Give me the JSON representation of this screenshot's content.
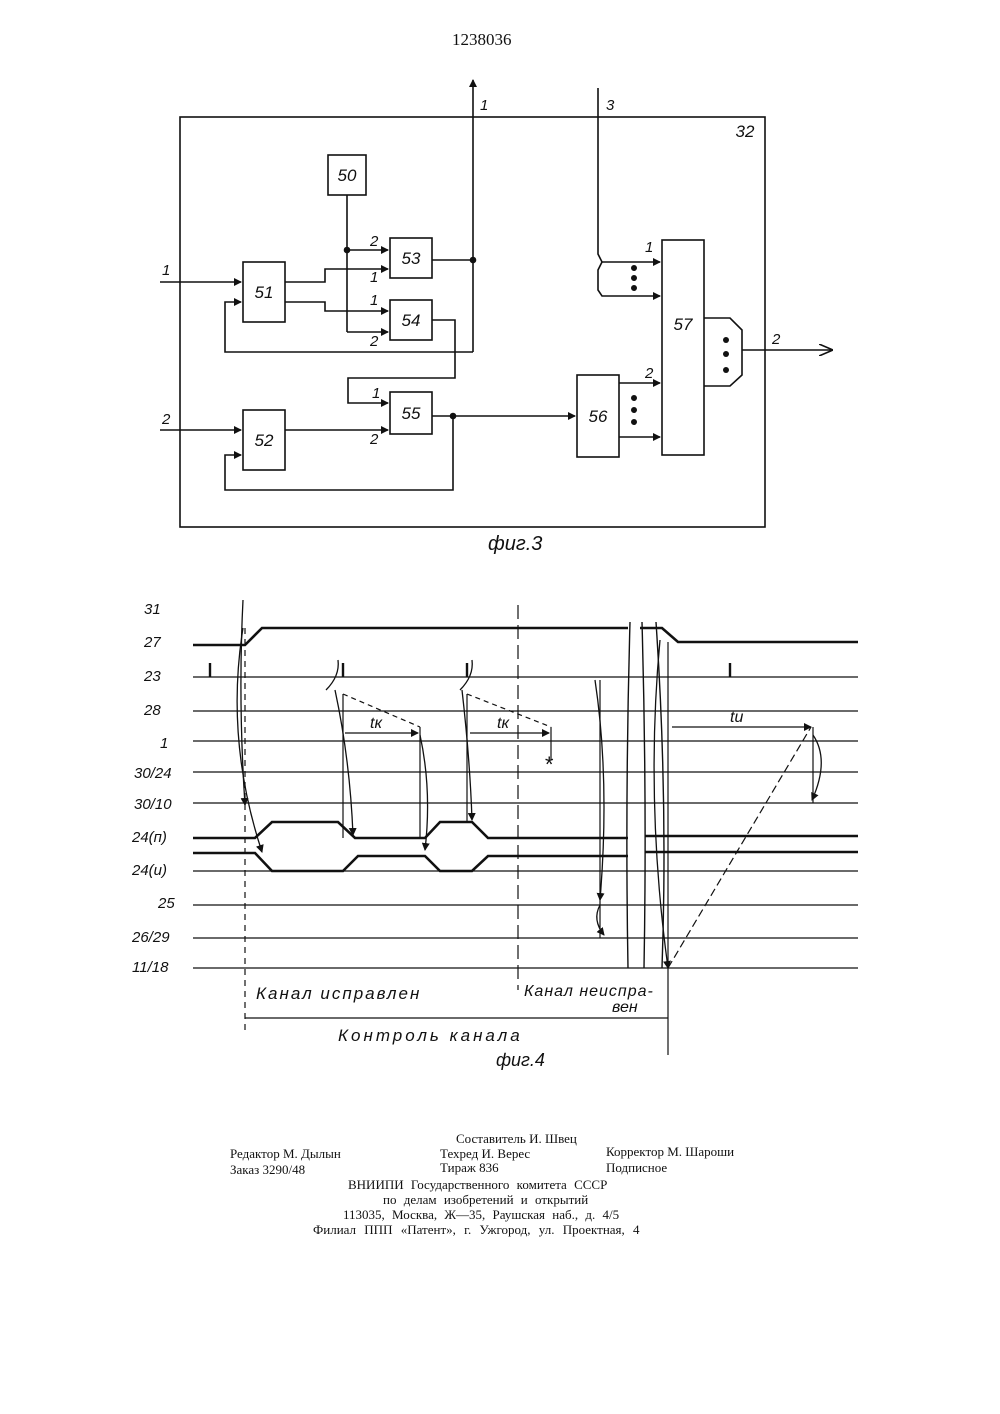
{
  "header": {
    "doc_number": "1238036"
  },
  "fig3": {
    "caption": "фиг.3",
    "frame_label": "32",
    "blocks": {
      "b50": "50",
      "b51": "51",
      "b52": "52",
      "b53": "53",
      "b54": "54",
      "b55": "55",
      "b56": "56",
      "b57": "57"
    },
    "inputs": {
      "in1": "1",
      "in2": "2",
      "in3": "3"
    },
    "outputs": {
      "out1": "1",
      "out2": "2"
    },
    "pins": {
      "p53_2": "2",
      "p53_1": "1",
      "p54_1": "1",
      "p54_2": "2",
      "p55_1": "1",
      "p55_2": "2",
      "p57_1": "1",
      "p56_2": "2"
    }
  },
  "fig4": {
    "caption": "фиг.4",
    "signals": [
      "31",
      "27",
      "23",
      "28",
      "1",
      "30/24",
      "30/10",
      "24(п)",
      "24(и)",
      "25",
      "26/29",
      "11/18"
    ],
    "tk1": "tк",
    "tk2": "tк",
    "tu": "tи",
    "star": "*",
    "label_ok": "Канал исправлен",
    "label_bad_1": "Канал неиспра-",
    "label_bad_2": "вен",
    "label_control": "Контроль канала"
  },
  "footer": {
    "compiler": "Составитель И. Швец",
    "editor": "Редактор М. Дылын",
    "techred": "Техред И. Верес",
    "corrector": "Корректор М. Шароши",
    "order": "Заказ 3290/48",
    "circulation": "Тираж 836",
    "subscription": "Подписное",
    "org1": "ВНИИПИ Государственного комитета СССР",
    "org2": "по делам изобретений и открытий",
    "address": "113035, Москва, Ж—35, Раушская наб., д. 4/5",
    "branch": "Филиал ППП «Патент», г. Ужгород, ул. Проектная, 4"
  }
}
